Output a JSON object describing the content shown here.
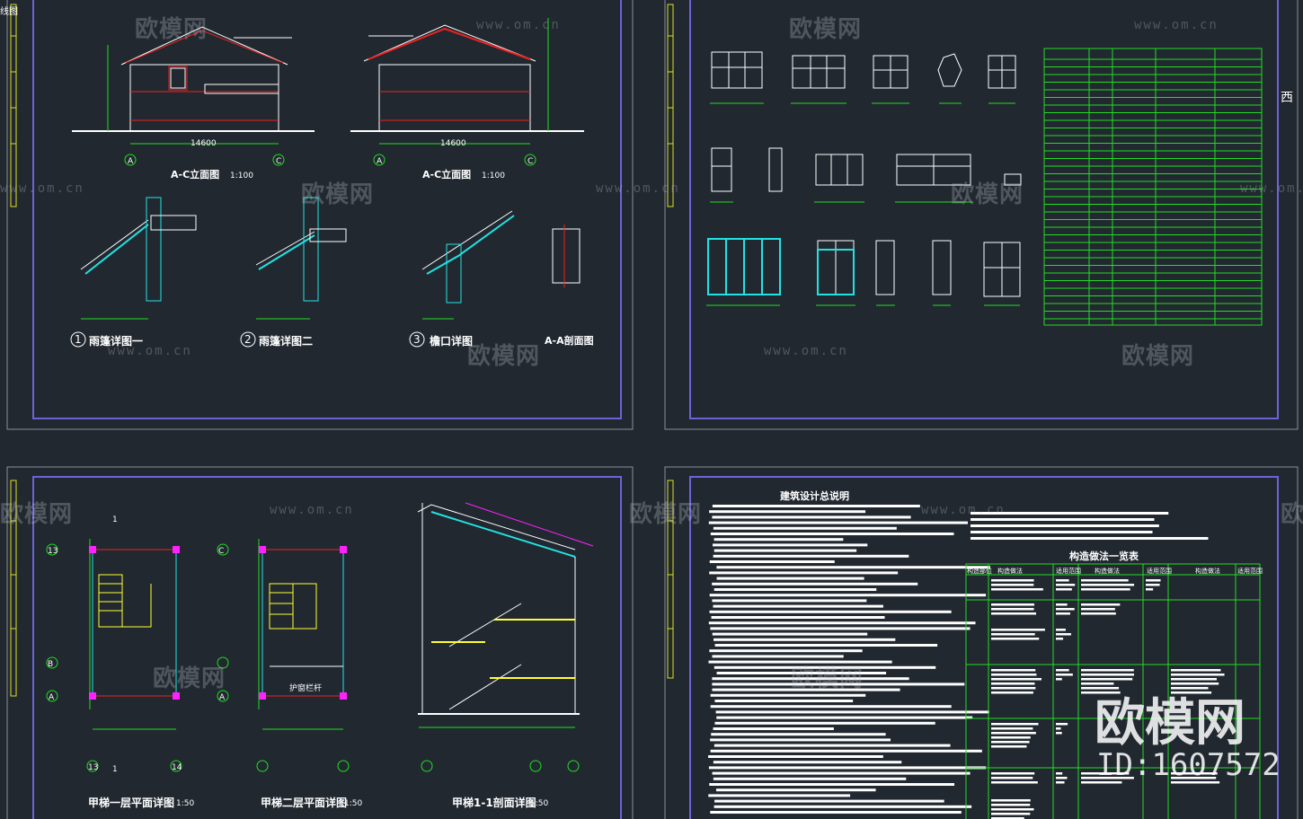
{
  "corner_label": "线图",
  "edge_label": "西",
  "watermarks": {
    "brand": "欧模网",
    "url": "www.om.cn"
  },
  "big_watermark": {
    "brand": "欧模网",
    "id": "ID:1607572"
  },
  "sheet1": {
    "titles": [
      "A-C立面图",
      "A-C立面图",
      "雨篷详图一",
      "雨篷详图二",
      "檐口详图",
      "A-A剖面图"
    ],
    "scale": "1:100",
    "dim_width": "14600",
    "axis_a": "A",
    "axis_c": "C",
    "detail_nums": [
      "1",
      "2",
      "3"
    ]
  },
  "sheet3": {
    "titles": [
      "甲梯一层平面详图",
      "甲梯二层平面详图",
      "甲梯1-1剖面详图"
    ],
    "scale": "1:50",
    "rail_label": "护窗栏杆",
    "axis_labels": [
      "13",
      "14",
      "A",
      "B",
      "C",
      "1",
      "1"
    ]
  },
  "sheet4": {
    "title": "建筑设计总说明",
    "table_title": "构造做法一览表",
    "table_headers": [
      "构造部位",
      "构造做法",
      "适用范围",
      "构造做法",
      "适用范围",
      "构造做法",
      "适用范围"
    ]
  },
  "colors": {
    "background": "#212830",
    "frame": "#6b64d8",
    "line": "#ffffff",
    "green": "#22dd22",
    "cyan": "#22e3e3",
    "red": "#ee2222",
    "yellow": "#ffff33",
    "magenta": "#ff22ff"
  }
}
